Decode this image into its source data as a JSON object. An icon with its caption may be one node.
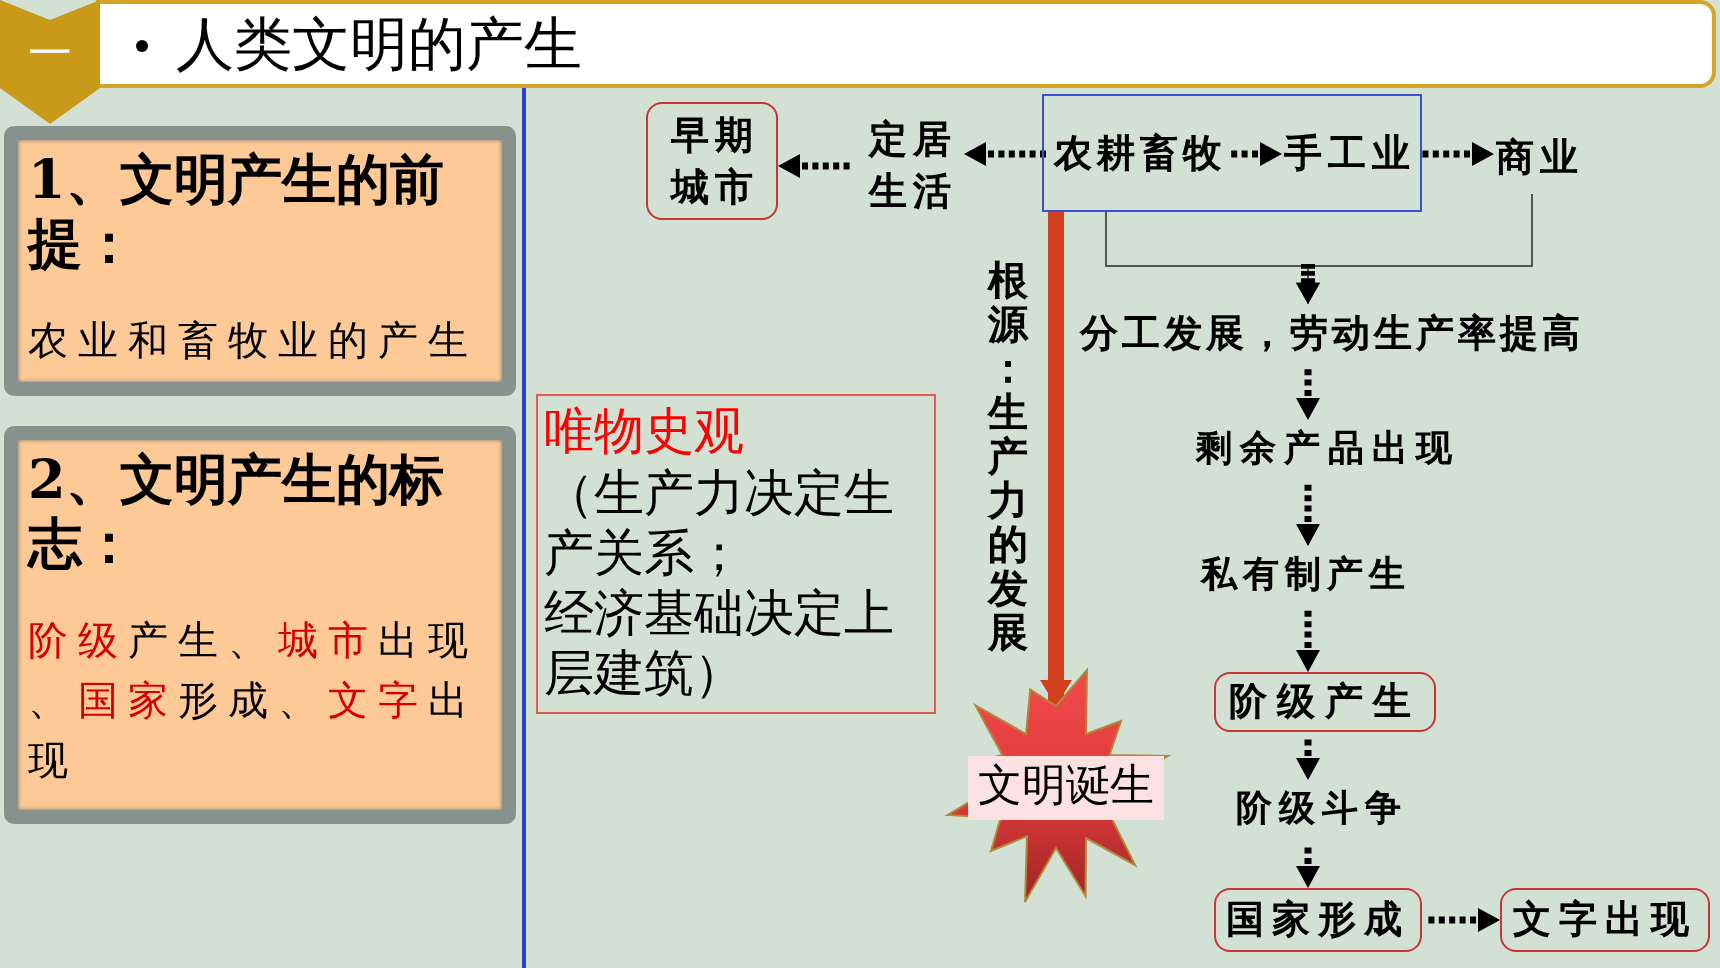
{
  "diagram": {
    "title": "人类文明的产生",
    "nodes": [
      {
        "text": [
          "一"
        ]
      },
      {
        "text": [
          "1、文明产生的前提：",
          "农业和畜牧业的产生"
        ]
      },
      {
        "text": [
          "2、文明产生的标志：",
          "**阶级**产生、**城市**出现、**国家**形成、**文字**出现"
        ]
      },
      {
        "text": [
          "早期城市"
        ]
      },
      {
        "text": [
          "定居生活"
        ]
      },
      {
        "text": [],
        "shape": "box"
      },
      {
        "text": [
          "农耕畜牧"
        ],
        "in": 5
      },
      {
        "text": [
          "手工业"
        ],
        "in": 5
      },
      {
        "text": [
          "商业"
        ]
      },
      {
        "text": [
          "分工发展，劳动生产率提高"
        ]
      },
      {
        "text": [
          "剩余产品出现"
        ]
      },
      {
        "text": [
          "私有制产生"
        ]
      },
      {
        "text": [
          "阶级产生"
        ]
      },
      {
        "text": [
          "阶级斗争"
        ]
      },
      {
        "text": [
          "国家形成"
        ]
      },
      {
        "text": [
          "文字出现"
        ]
      },
      {
        "text": [
          "唯物史观",
          "（生产力决定生产关系；",
          "经济基础决定上层建筑）"
        ]
      },
      {
        "text": [
          "文明诞生"
        ]
      }
    ],
    "edges": [
      {
        "from": 6,
        "to": 4,
        "arrow": "to",
        "style": "dashed"
      },
      {
        "from": 4,
        "to": 3,
        "arrow": "to",
        "style": "dashed"
      },
      {
        "from": 6,
        "to": 7,
        "arrow": "to",
        "style": "dashed"
      },
      {
        "from": 7,
        "to": 8,
        "arrow": "to",
        "style": "dashed"
      },
      {
        "from": 5,
        "to": 9,
        "arrow": "to"
      },
      {
        "from": 8,
        "to": 9,
        "arrow": "to"
      },
      {
        "from": 9,
        "to": 10,
        "arrow": "to",
        "style": "dashed"
      },
      {
        "from": 10,
        "to": 11,
        "arrow": "to",
        "style": "dashed"
      },
      {
        "from": 11,
        "to": 12,
        "arrow": "to",
        "style": "dashed"
      },
      {
        "from": 12,
        "to": 13,
        "arrow": "to",
        "style": "dashed"
      },
      {
        "from": 13,
        "to": 14,
        "arrow": "to",
        "style": "dashed"
      },
      {
        "from": 14,
        "to": 15,
        "arrow": "to",
        "style": "dashed"
      },
      {
        "from": 5,
        "to": 17,
        "arrow": "to",
        "label": "根源：生产力的发展",
        "style": "thick",
        "color": "#d0401e"
      }
    ]
  }
}
